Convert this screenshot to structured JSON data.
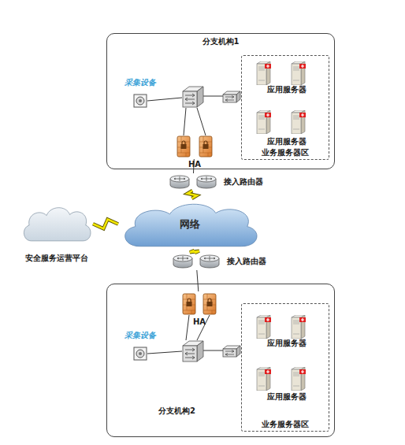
{
  "diagram": {
    "nodes": [
      {
        "text": [
          "分支机构1"
        ]
      },
      {
        "text": [
          "采集设备"
        ],
        "in": 0
      },
      {
        "text": [
          "业务服务器区"
        ],
        "in": 0
      },
      {
        "text": [
          "应用服务器"
        ],
        "in": 2
      },
      {
        "text": [
          "应用服务器"
        ],
        "in": 2
      },
      {
        "text": [
          "HA"
        ],
        "in": 0
      },
      {
        "text": [
          "接入路由器"
        ]
      },
      {
        "text": [
          "网络"
        ]
      },
      {
        "text": [
          "安全服务运营平台"
        ]
      },
      {
        "text": [
          "接入路由器"
        ]
      },
      {
        "text": [
          "分支机构2"
        ]
      },
      {
        "text": [
          "HA"
        ],
        "in": 10
      },
      {
        "text": [
          "采集设备"
        ],
        "in": 10
      },
      {
        "text": [
          "业务服务器区"
        ],
        "in": 10
      },
      {
        "text": [
          "应用服务器"
        ],
        "in": 13
      },
      {
        "text": [
          "应用服务器"
        ],
        "in": 13
      }
    ],
    "edges": [
      {
        "from": 5,
        "to": 6,
        "arrow": "none"
      },
      {
        "from": 6,
        "to": 7,
        "arrow": "none"
      },
      {
        "from": 8,
        "to": 7,
        "arrow": "none"
      },
      {
        "from": 7,
        "to": 9,
        "arrow": "none"
      },
      {
        "from": 9,
        "to": 11,
        "arrow": "none"
      }
    ]
  }
}
